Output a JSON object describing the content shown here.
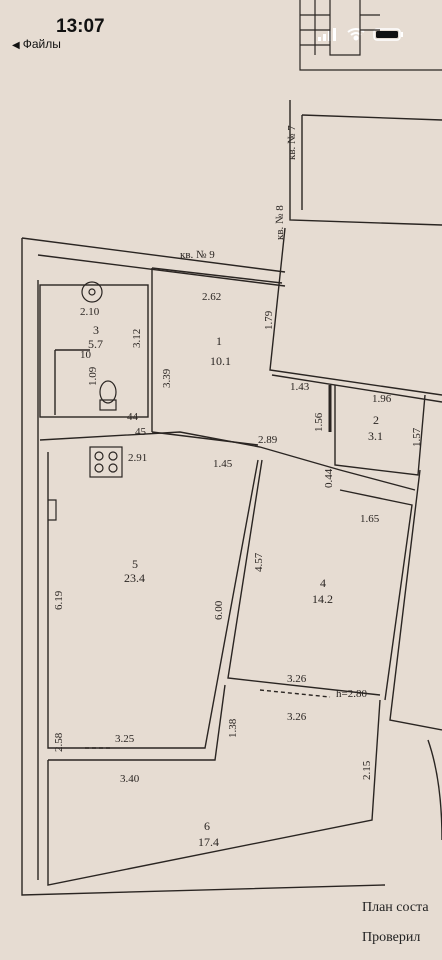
{
  "status_bar": {
    "time": "13:07",
    "back_label": "Файлы"
  },
  "apartments": [
    {
      "label": "кв. № 7"
    },
    {
      "label": "кв. № 8"
    },
    {
      "label": "кв. № 9"
    }
  ],
  "rooms": [
    {
      "number": "1",
      "area": "10.1"
    },
    {
      "number": "2",
      "area": "3.1"
    },
    {
      "number": "3",
      "area": "5.7"
    },
    {
      "number": "4",
      "area": "14.2"
    },
    {
      "number": "5",
      "area": "23.4"
    },
    {
      "number": "6",
      "area": "17.4"
    }
  ],
  "dimensions": [
    "2.62",
    "1.79",
    "3.39",
    "3.12",
    "2.10",
    "10",
    "1.09",
    "44",
    "45",
    "2.91",
    "1.45",
    "2.89",
    "1.43",
    "1.96",
    "1.56",
    "1.57",
    "0.44",
    "1.65",
    "4.57",
    "6.19",
    "6.00",
    "3.26",
    "3.26",
    "1.38",
    "3.25",
    "3.40",
    "2.15",
    "2.58"
  ],
  "ceiling_height": "h=2.80",
  "footer": {
    "line1": "План соста",
    "line2": "Проверил"
  },
  "colors": {
    "paper": "#e6dcd2",
    "ink": "#2a2522"
  }
}
